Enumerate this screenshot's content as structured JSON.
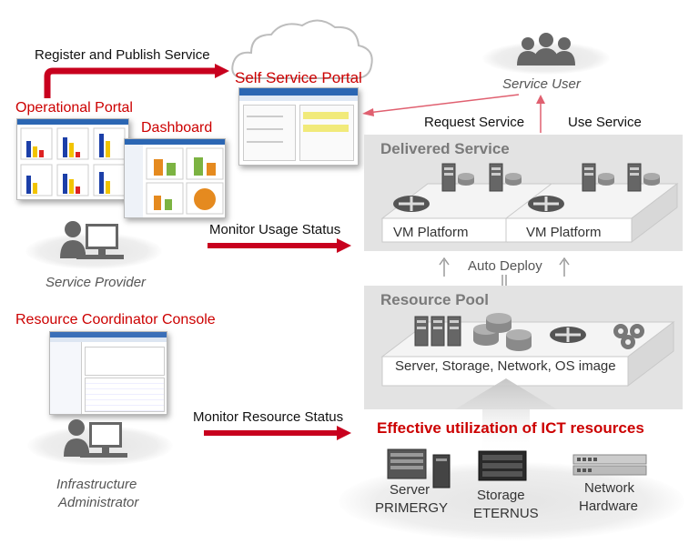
{
  "labels": {
    "register_publish": "Register and Publish Service",
    "self_service_portal": "Self Service Portal",
    "operational_portal": "Operational Portal",
    "dashboard": "Dashboard",
    "service_user": "Service User",
    "request_service": "Request Service",
    "use_service": "Use Service",
    "delivered_service": "Delivered Service",
    "vm_platform_1": "VM Platform",
    "vm_platform_2": "VM Platform",
    "monitor_usage": "Monitor Usage Status",
    "service_provider": "Service Provider",
    "auto_deploy": "Auto Deploy",
    "resource_pool": "Resource Pool",
    "resource_coordinator": "Resource Coordinator Console",
    "pool_caption": "Server, Storage, Network, OS image",
    "monitor_resource": "Monitor Resource Status",
    "effective_utilization": "Effective utilization of ICT resources",
    "infra_admin_line1": "Infrastructure",
    "infra_admin_line2": "Administrator",
    "server_line1": "Server",
    "server_line2": "PRIMERGY",
    "storage_line1": "Storage",
    "storage_line2": "ETERNUS",
    "network_line1": "Network",
    "network_line2": "Hardware"
  },
  "colors": {
    "accent_red": "#cc0000",
    "arrow_red": "#c8001e",
    "panel_gray": "#e3e3e3",
    "label_gray": "#7a7a7a"
  },
  "icons": [
    "cloud-icon",
    "users-icon",
    "user-at-computer-icon",
    "server-rack-icon",
    "storage-disk-icon",
    "network-switch-icon",
    "os-image-icon"
  ]
}
